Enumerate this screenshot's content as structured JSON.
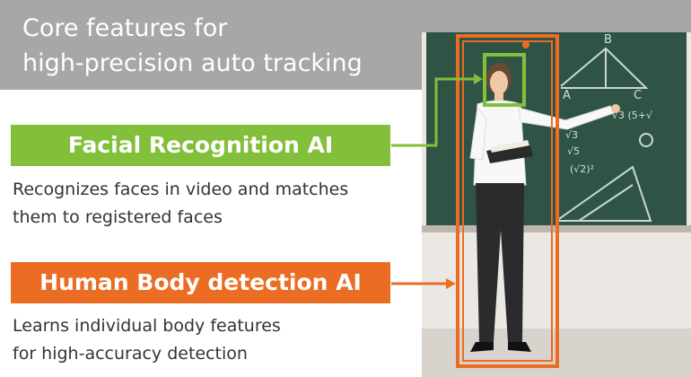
{
  "header": {
    "line1": "Core features for",
    "line2": "high-precision auto tracking"
  },
  "features": [
    {
      "label": "Facial Recognition AI",
      "desc_line1": "Recognizes faces in video and matches",
      "desc_line2": "them to registered faces",
      "color": "#82bf3a"
    },
    {
      "label": "Human Body detection AI",
      "desc_line1": "Learns individual body features",
      "desc_line2": "for high-accuracy detection",
      "color": "#ea6d23"
    }
  ],
  "photo": {
    "board_labels": [
      "B",
      "A",
      "C"
    ],
    "board_math": [
      "√3 (5+√",
      "√3",
      "√5",
      "(√2)²"
    ]
  },
  "colors": {
    "header_bg": "#a7a7a7",
    "chalkboard": "#2f5446",
    "face_box": "#82bf3a",
    "body_box": "#ea6d23"
  }
}
